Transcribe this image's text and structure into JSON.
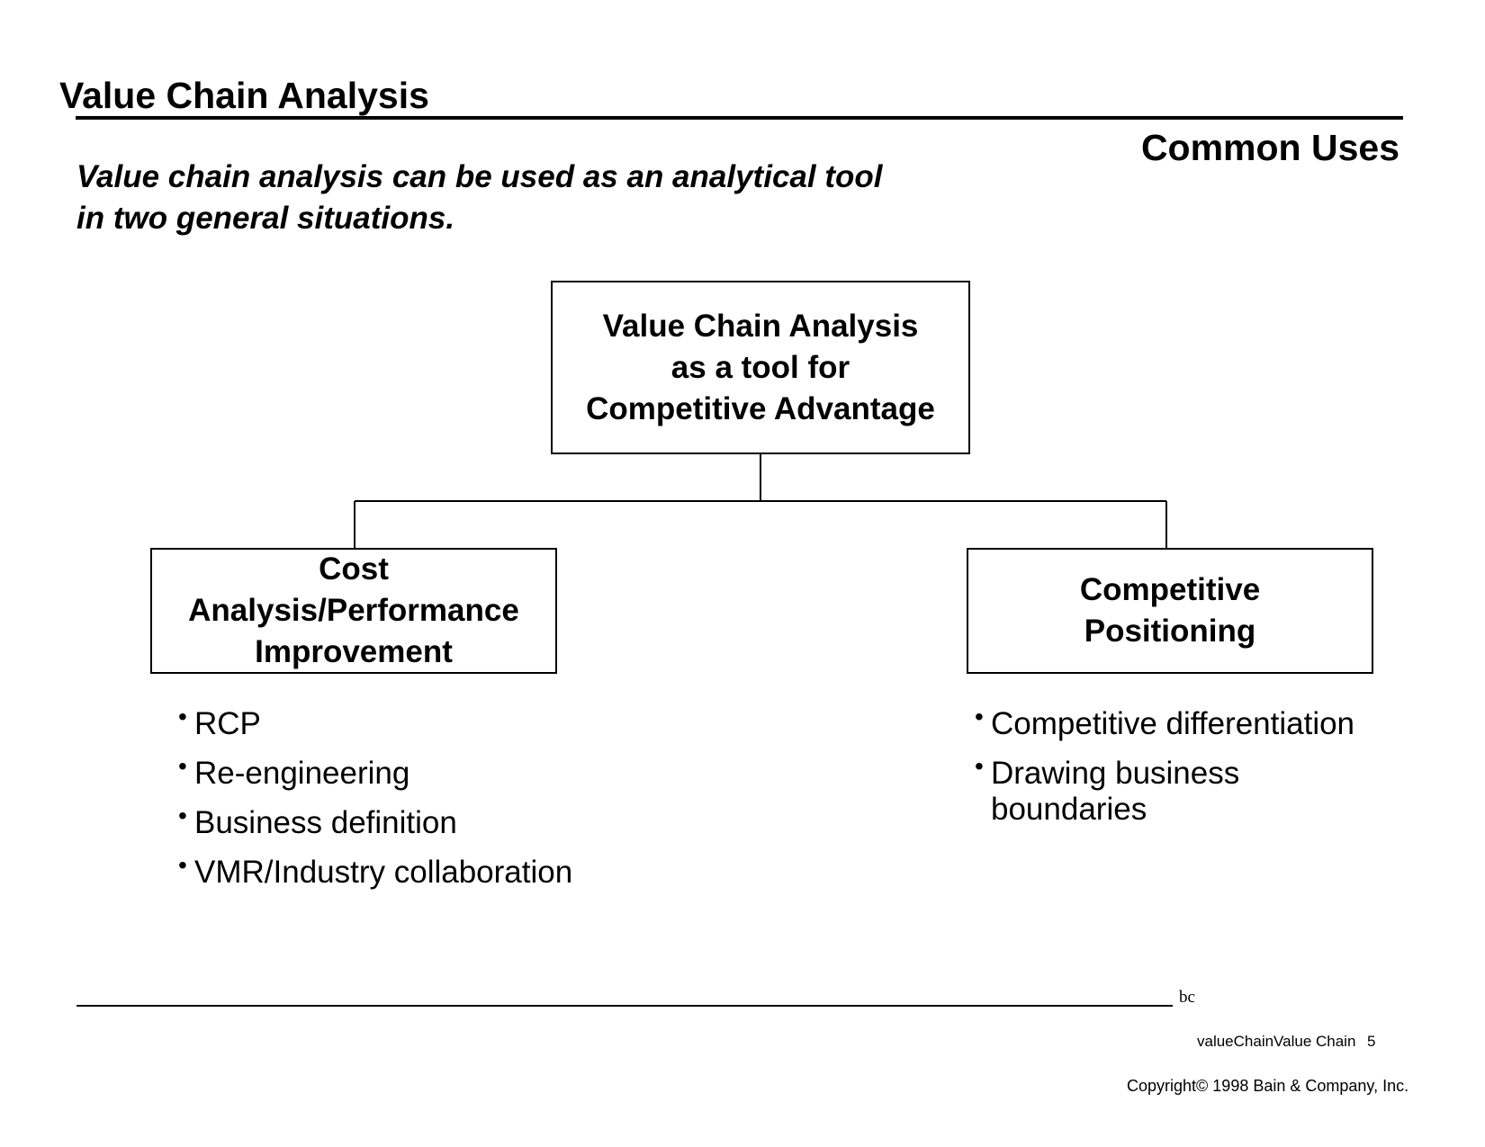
{
  "header": {
    "title": "Value Chain Analysis",
    "section": "Common Uses"
  },
  "subtitle": {
    "line1": "Value chain analysis can be used as an analytical tool",
    "line2": "in two general situations."
  },
  "diagram": {
    "root": {
      "line1": "Value Chain Analysis",
      "line2": "as a tool for",
      "line3": "Competitive Advantage"
    },
    "left": {
      "line1": "Cost",
      "line2": "Analysis/Performance",
      "line3": "Improvement",
      "bullets": [
        "RCP",
        "Re-engineering",
        "Business definition",
        "VMR/Industry collaboration"
      ]
    },
    "right": {
      "line1": "Competitive",
      "line2": "Positioning",
      "bullets": [
        "Competitive differentiation",
        "Drawing business",
        "boundaries"
      ]
    }
  },
  "footer": {
    "mark": "bc",
    "reference": "valueChainValue Chain",
    "page": "5",
    "copyright": "Copyright© 1998 Bain & Company, Inc."
  }
}
